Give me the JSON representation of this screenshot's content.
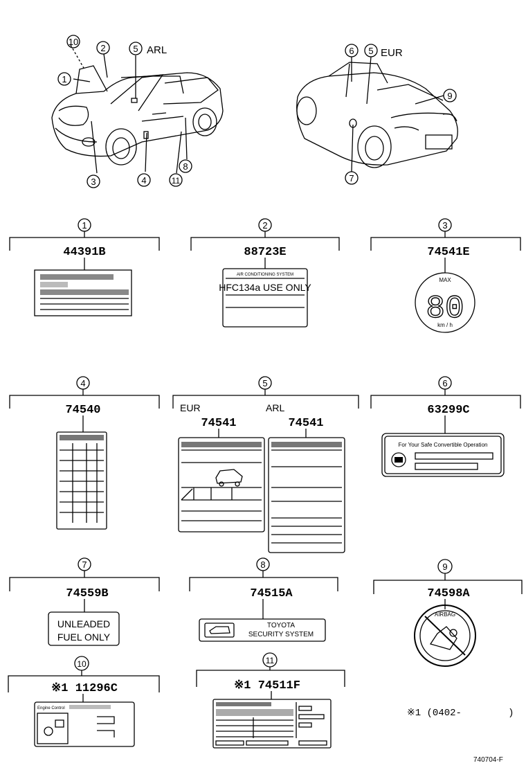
{
  "callouts": {
    "c1": "1",
    "c2": "2",
    "c3": "3",
    "c4": "4",
    "c5": "5",
    "c6": "6",
    "c7": "7",
    "c8": "8",
    "c9": "9",
    "c10": "10",
    "c11": "11"
  },
  "overview": {
    "front_region": "ARL",
    "rear_region": "EUR"
  },
  "labels": [
    {
      "index": "1",
      "part_number": "44391B"
    },
    {
      "index": "2",
      "part_number": "88723E",
      "header_text": "AIR CONDITIONING SYSTEM",
      "main_text": "HFC134a USE ONLY"
    },
    {
      "index": "3",
      "part_number": "74541E",
      "top_text": "MAX",
      "speed": "80",
      "unit": "km / h"
    },
    {
      "index": "4",
      "part_number": "74540"
    },
    {
      "index": "5",
      "eur_region": "EUR",
      "eur_part_number": "74541",
      "arl_region": "ARL",
      "arl_part_number": "74541"
    },
    {
      "index": "6",
      "part_number": "63299C",
      "text": "For Your Safe Convertible Operation"
    },
    {
      "index": "7",
      "part_number": "74559B",
      "line1": "UNLEADED",
      "line2": "FUEL ONLY"
    },
    {
      "index": "8",
      "part_number": "74515A",
      "line1": "TOYOTA",
      "line2": "SECURITY SYSTEM"
    },
    {
      "index": "9",
      "part_number": "74598A",
      "arc_text": "AIRBAG"
    },
    {
      "index": "10",
      "part_number": "※1 11296C",
      "header_text": "Engine Control"
    },
    {
      "index": "11",
      "part_number": "※1 74511F"
    }
  ],
  "footnote": "※1 (0402-        )",
  "figure_code": "740704-F"
}
